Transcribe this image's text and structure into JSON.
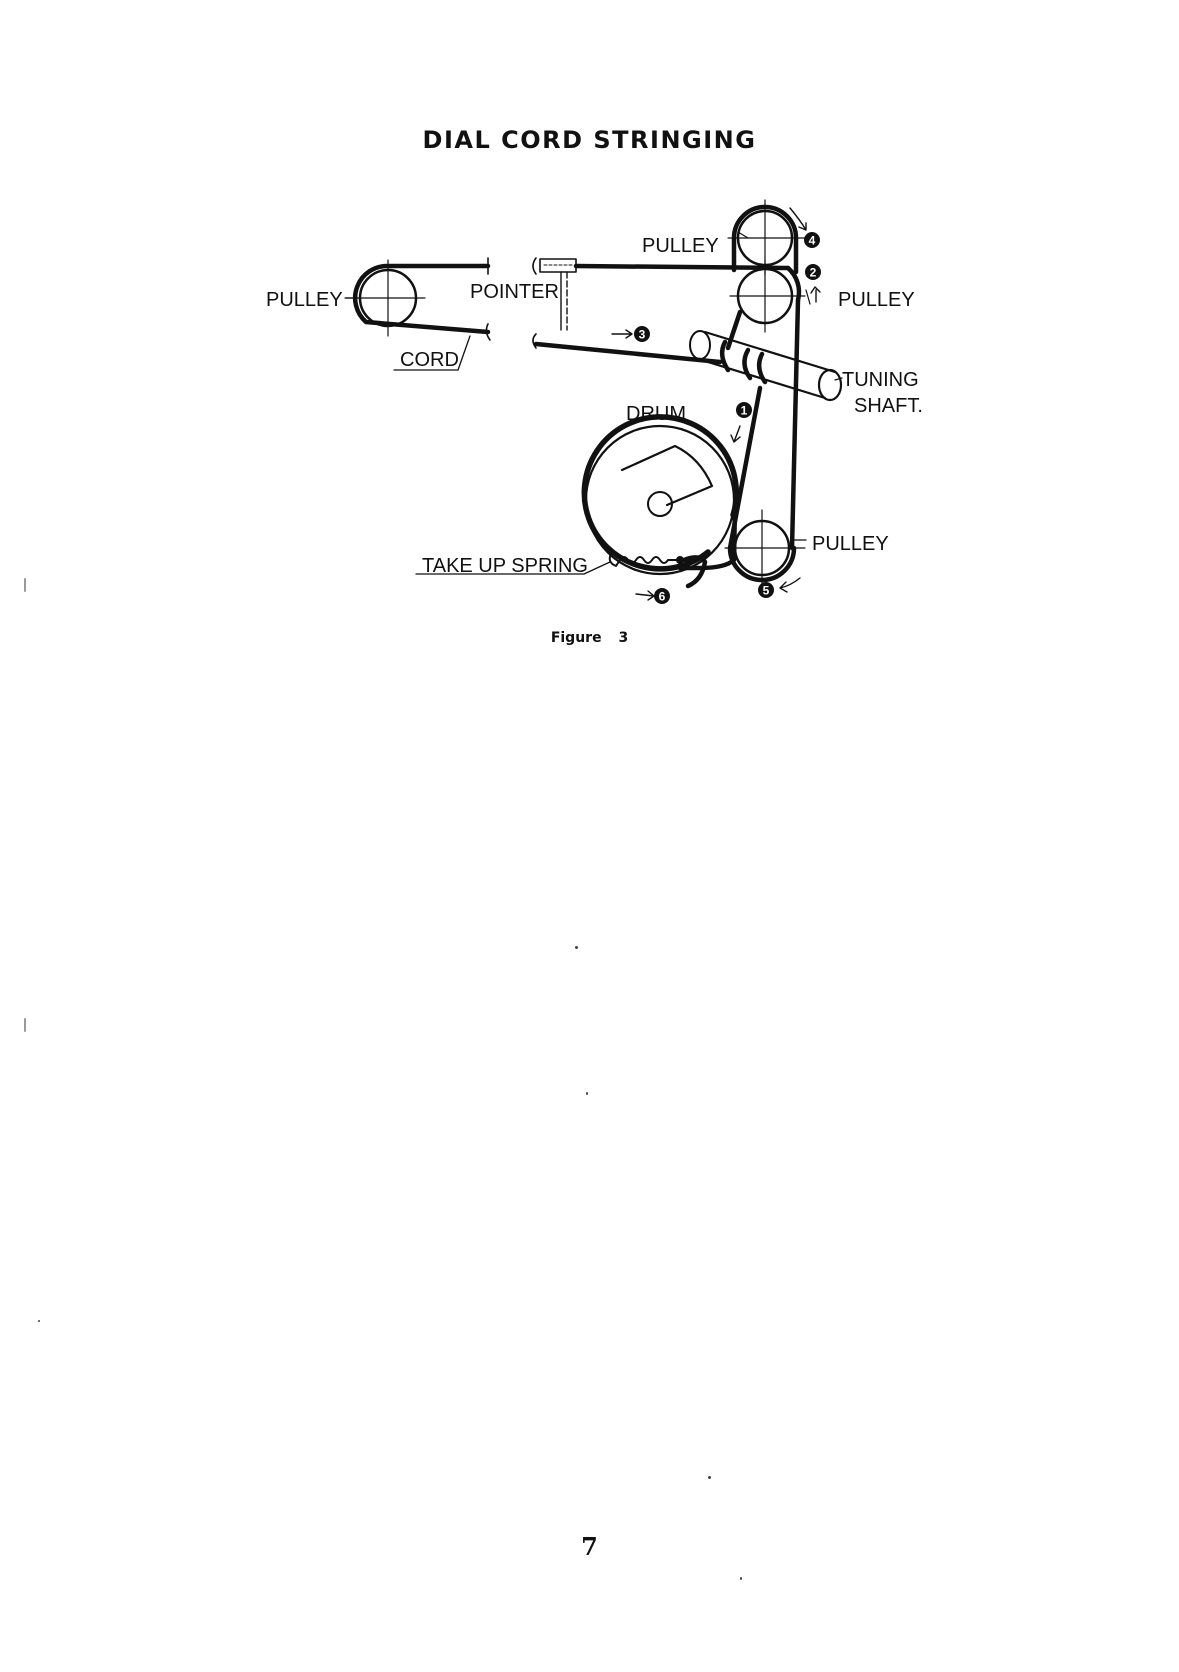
{
  "title": "DIAL CORD STRINGING",
  "labels": {
    "pulley_top": "PULLEY",
    "pulley_left": "PULLEY",
    "pulley_right": "PULLEY",
    "pulley_bottom": "PULLEY",
    "pointer": "POINTER",
    "cord": "CORD",
    "drum": "DRUM",
    "tuning_shaft_line1": "TUNING",
    "tuning_shaft_line2": "SHAFT.",
    "take_up_spring": "TAKE UP SPRING"
  },
  "step_markers": [
    "1",
    "2",
    "3",
    "4",
    "5",
    "6"
  ],
  "caption": {
    "word": "Figure",
    "number": "3"
  },
  "page_number": "7"
}
